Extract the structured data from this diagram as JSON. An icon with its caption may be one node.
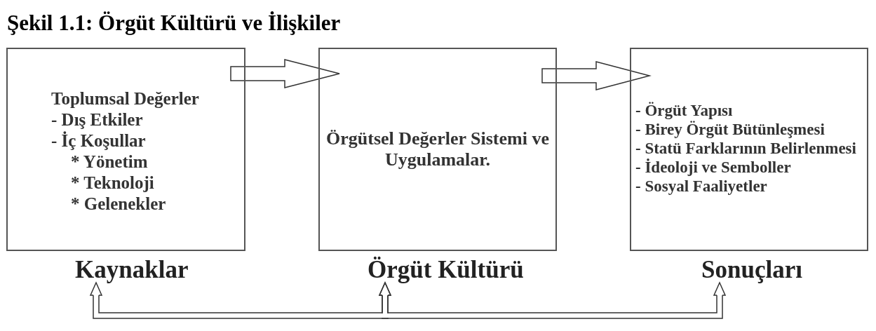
{
  "diagram": {
    "title": "Şekil 1.1: Örgüt Kültürü ve İlişkiler",
    "nodes": [
      {
        "text": [
          "Toplumsal Değerler",
          "- Dış Etkiler",
          "- İç Koşullar",
          "* Yönetim",
          "* Teknoloji",
          "* Gelenekler"
        ]
      },
      {
        "text": [
          "Örgütsel Değerler Sistemi ve Uygulamalar."
        ]
      },
      {
        "text": [
          "- Örgüt Yapısı",
          "- Birey Örgüt Bütünleşmesi",
          "- Statü Farklarının Belirlenmesi",
          "- İdeoloji ve Semboller",
          "- Sosyal Faaliyetler"
        ]
      },
      {
        "text": [
          "Kaynaklar"
        ]
      },
      {
        "text": [
          "Örgüt Kültürü"
        ]
      },
      {
        "text": [
          "Sonuçları"
        ]
      }
    ],
    "edges": [
      {
        "from": 0,
        "to": 1,
        "arrow": "to"
      },
      {
        "from": 1,
        "to": 2,
        "arrow": "to"
      },
      {
        "from": 3,
        "to": 4,
        "arrow": "both"
      },
      {
        "from": 4,
        "to": 5,
        "arrow": "both"
      }
    ]
  }
}
